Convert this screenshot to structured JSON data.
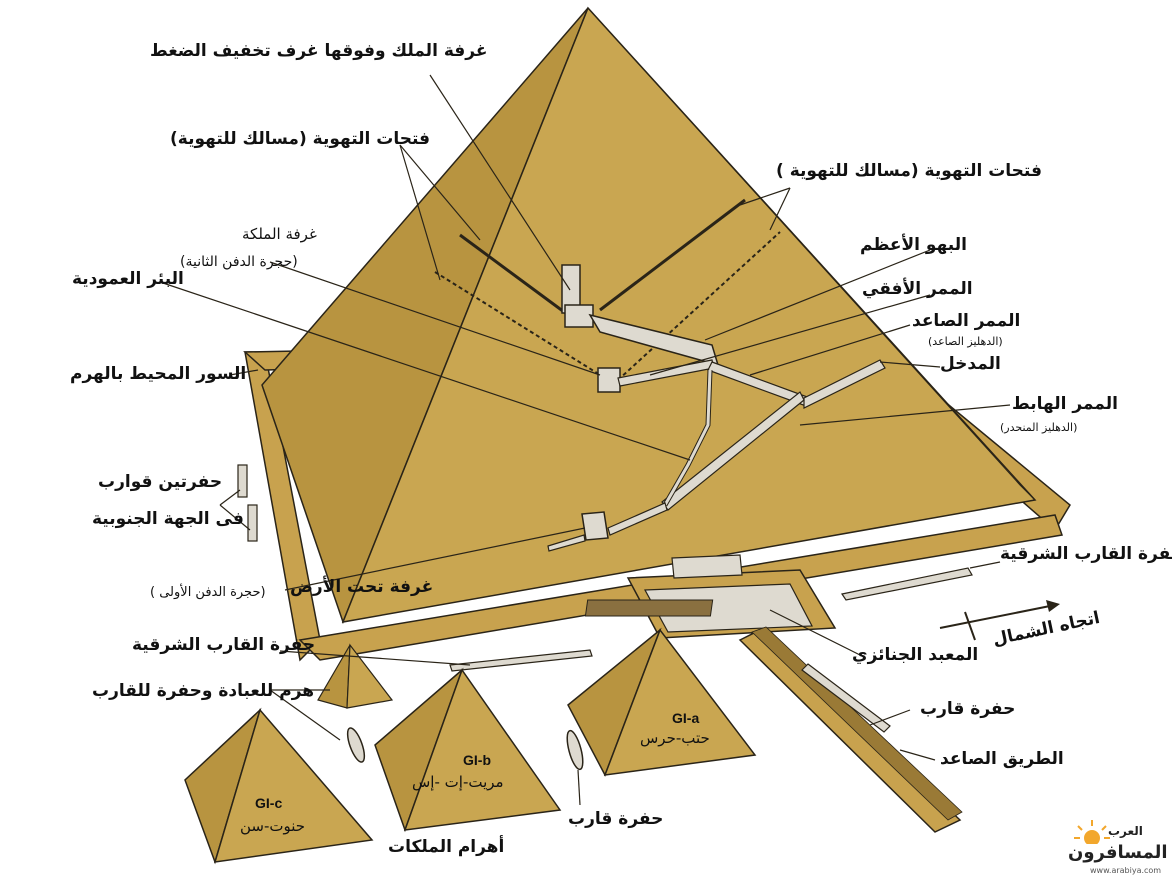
{
  "labels": {
    "king_chamber": "غرفة الملك وفوقها غرف تخفيف الضغط",
    "vents_left": "فتحات التهوية (مسالك للتهوية)",
    "vents_right": "فتحات التهوية (مسالك للتهوية )",
    "queen_chamber": "غرفة الملكة",
    "queen_chamber_sub": "(حجرة الدفن الثانية)",
    "vertical_shaft": "البئر العمودية",
    "grand_gallery": "البهو الأعظم",
    "horizontal_passage": "الممر الأفقي",
    "ascending_passage": "الممر الصاعد",
    "ascending_passage_sub": "(الدهليز الصاعد)",
    "entrance": "المدخل",
    "descending_passage": "الممر الهابط",
    "descending_passage_sub": "(الدهليز المنحدر)",
    "enclosure_wall": "السور المحيط بالهرم",
    "two_boat_pits": "حفرتين قوارب",
    "south_side": "فى الجهة الجنوبية",
    "east_boat_pit_right": "حفرة القارب الشرقية",
    "underground_chamber": "غرفة تحت الأرض",
    "underground_chamber_sub": "(حجرة الدفن الأولى )",
    "north_direction": "اتجاه الشمال",
    "east_boat_pit_left": "حفرة القارب الشرقية",
    "cult_pyramid": "هرم للعبادة وحفرة للقارب",
    "mortuary_temple": "المعبد الجنائزي",
    "boat_pit_right": "حفرة قارب",
    "causeway": "الطريق الصاعد",
    "boat_pit_bottom": "حفرة قارب",
    "queens_pyramids": "أهرام الملكات"
  },
  "pyramids": {
    "gia_code": "GI-a",
    "gia_name": "حتب-حرس",
    "gib_code": "GI-b",
    "gib_name": "مريت-إت -إس",
    "gic_code": "GI-c",
    "gic_name": "حنوت-سن"
  },
  "watermark": {
    "logo_text": "المسافرون",
    "logo_top": "العرب",
    "url": "www.arabiya.com"
  },
  "colors": {
    "pyramid_light": "#c9a651",
    "pyramid_mid": "#b89440",
    "pyramid_dark": "#a8843a",
    "wall": "#c8a24e",
    "wall_shadow": "#9a7a36",
    "passage": "#dedad0",
    "outline": "#2a2418"
  }
}
